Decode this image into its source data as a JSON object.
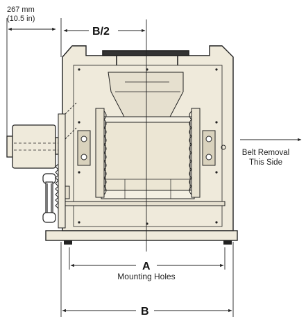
{
  "dimensions": {
    "offset_mm": "267 mm",
    "offset_in": "(10.5 in)",
    "half_width": "B/2",
    "mounting_width": "A",
    "mounting_caption": "Mounting Holes",
    "overall_width": "B"
  },
  "notes": {
    "belt_removal_line1": "Belt Removal",
    "belt_removal_line2": "This Side"
  },
  "colors": {
    "body": "#efeadb",
    "line": "#222222"
  }
}
